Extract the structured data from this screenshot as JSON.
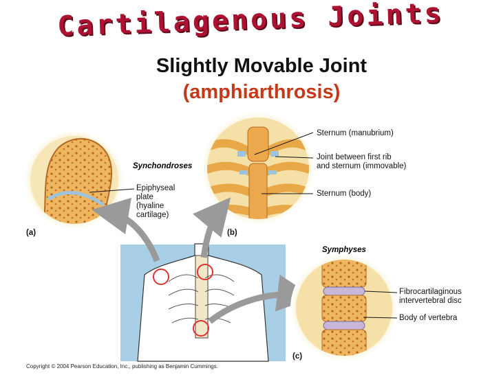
{
  "title": "Cartilagenous Joints",
  "subtitle": "Slightly Movable Joint",
  "subtitle_term": "(amphiarthrosis)",
  "labels": {
    "synchondroses": "Synchondroses",
    "epiphyseal": [
      "Epiphyseal",
      "plate",
      "(hyaline",
      "cartilage)"
    ],
    "panel_a": "(a)",
    "panel_b": "(b)",
    "panel_c": "(c)",
    "sternum_manubrium": "Sternum (manubrium)",
    "joint_first_rib": [
      "Joint between first rib",
      "and sternum (immovable)"
    ],
    "sternum_body": "Sternum (body)",
    "symphyses": "Symphyses",
    "fibrocartilaginous": [
      "Fibrocartilaginous",
      "intervertebral disc"
    ],
    "body_vertebra": "Body of vertebra"
  },
  "copyright": "Copyright © 2004 Pearson Education, Inc., publishing as Benjamin Cummings.",
  "colors": {
    "title": "#ad1232",
    "subtitle_term": "#c23a18",
    "bone": "#f1b45a",
    "cartilage": "#9dc3dd",
    "body_bg": "#a9cfe6",
    "arrow": "#9a9a9a",
    "highlight_circle": "#e03030"
  }
}
